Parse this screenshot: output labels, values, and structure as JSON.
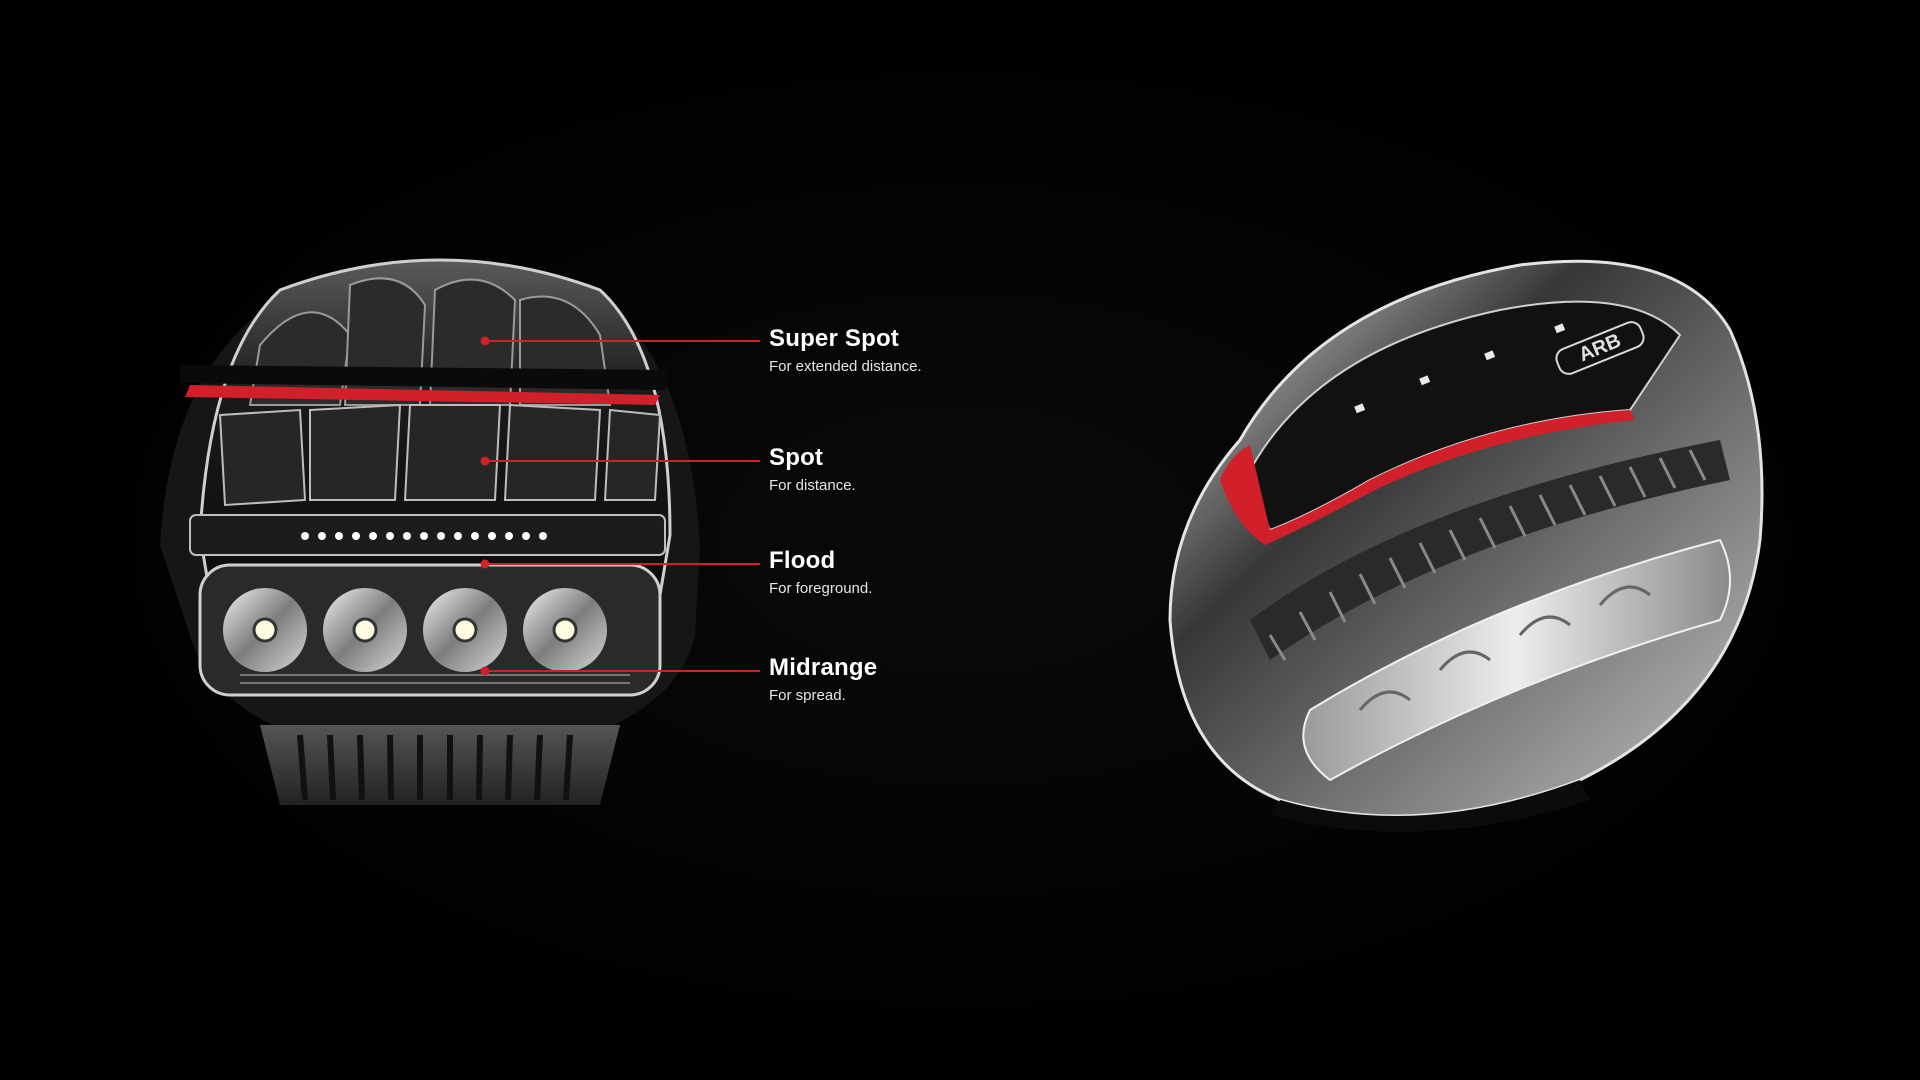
{
  "callouts": [
    {
      "title": "Super Spot",
      "description": "For extended distance."
    },
    {
      "title": "Spot",
      "description": "For distance."
    },
    {
      "title": "Flood",
      "description": "For foreground."
    },
    {
      "title": "Midrange",
      "description": "For spread."
    }
  ],
  "logo_text": "ARB",
  "colors": {
    "background": "#000000",
    "accent_red": "#d2202a",
    "text": "#ffffff"
  }
}
